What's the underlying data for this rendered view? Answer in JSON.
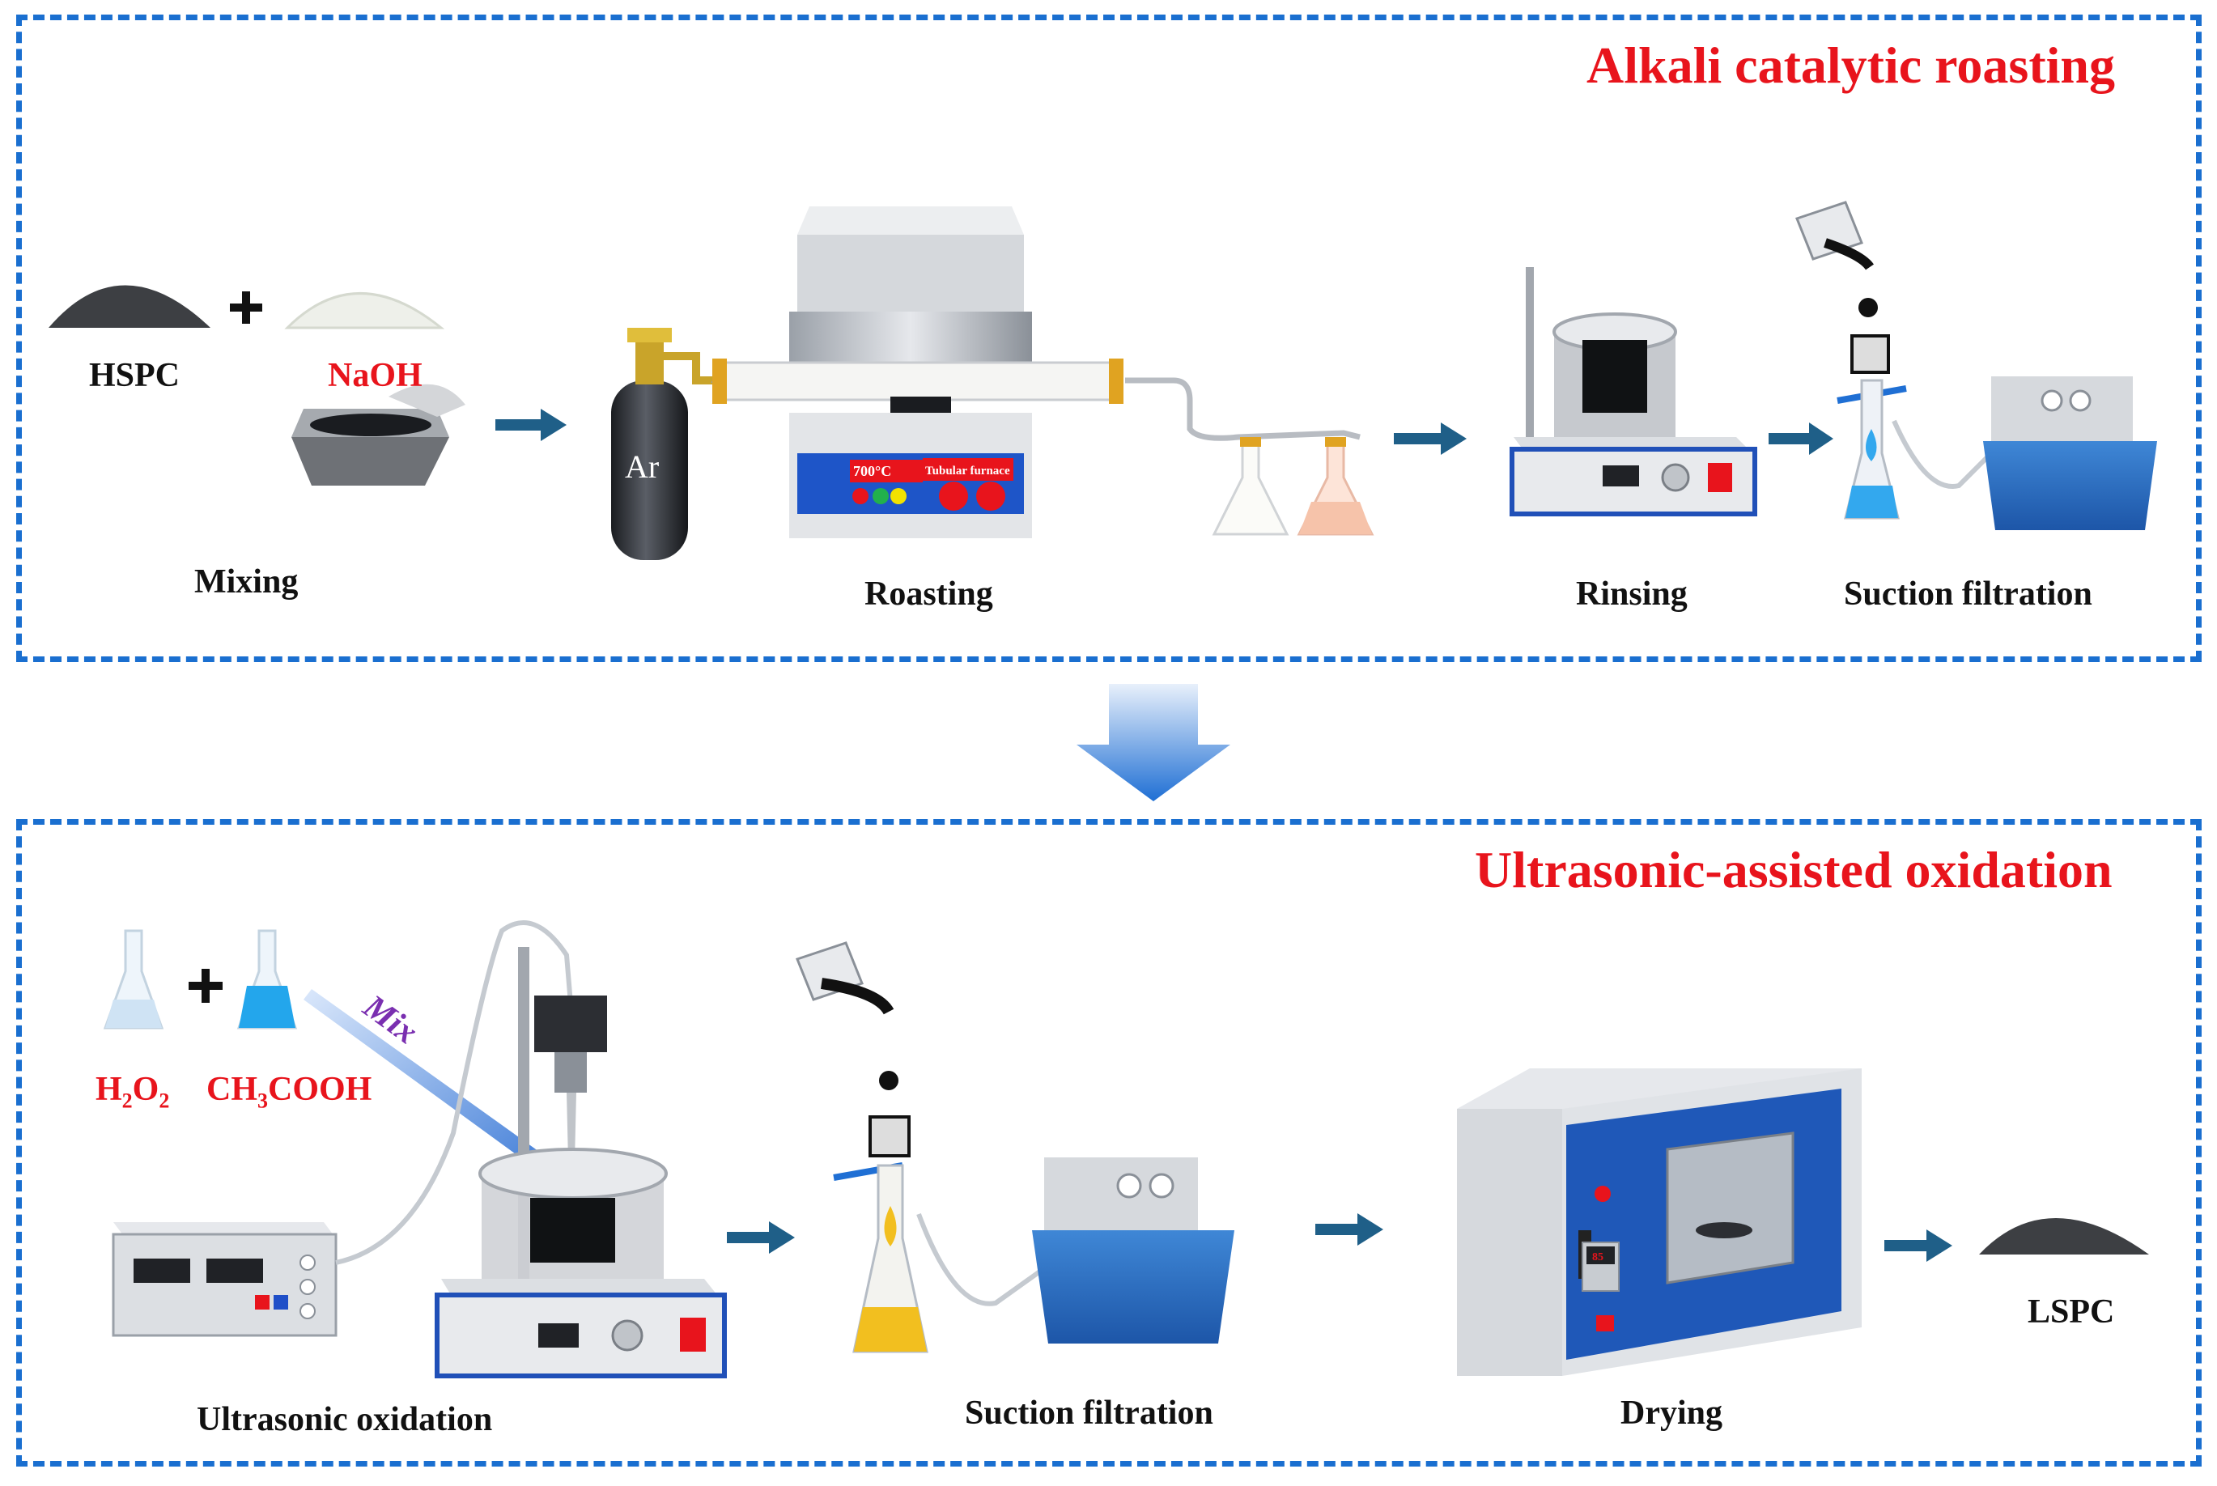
{
  "top": {
    "title": "Alkali catalytic roasting",
    "mixing": {
      "reagent1": "HSPC",
      "reagent2": "NaOH",
      "plus": "+",
      "label": "Mixing"
    },
    "gas_label": "Ar",
    "furnace": {
      "temp": "700°C",
      "name": "Tubular furnace"
    },
    "labels": {
      "roasting": "Roasting",
      "rinsing": "Rinsing",
      "suction": "Suction filtration"
    }
  },
  "bottom": {
    "title": "Ultrasonic-assisted oxidation",
    "reagents": {
      "h2o2_base": "H",
      "h2o2_sub1": "2",
      "h2o2_mid": "O",
      "h2o2_sub2": "2",
      "acetic_a": "CH",
      "acetic_sub": "3",
      "acetic_b": "COOH",
      "plus": "+"
    },
    "mix_label": "Mix",
    "labels": {
      "ultrasonic": "Ultrasonic oxidation",
      "suction": "Suction filtration",
      "drying": "Drying",
      "product": "LSPC"
    },
    "oven_temp": "85"
  },
  "colors": {
    "border": "#1a6fd0",
    "title": "#e8141c",
    "arrow": "#1f5f88",
    "mix": "#7a2fb0"
  }
}
